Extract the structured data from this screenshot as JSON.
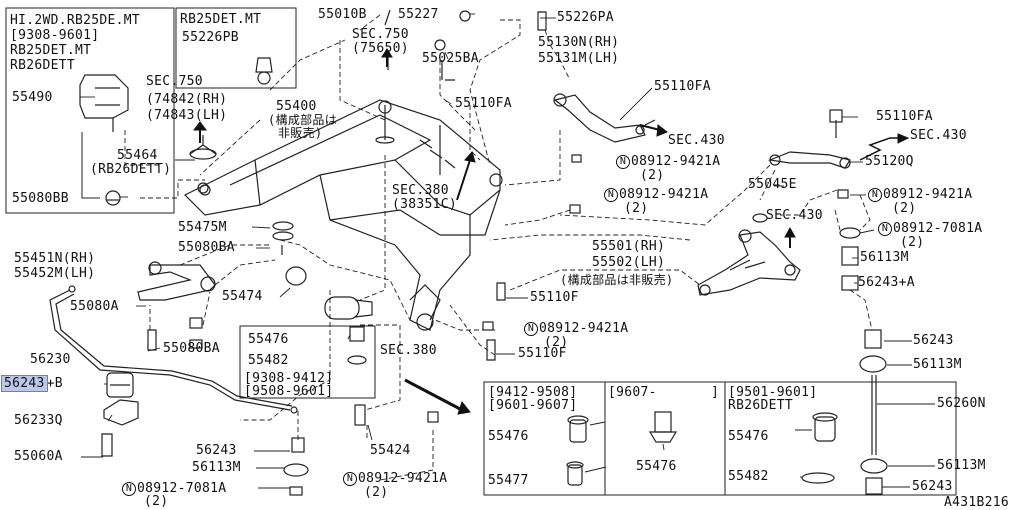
{
  "inset_topleft": {
    "model_line1": "HI.2WD.RB25DE.MT",
    "model_line2": "[9308-9601]",
    "model_line3": "RB25DET.MT",
    "model_line4": "RB26DETT",
    "part_55490": "55490",
    "part_55464": "55464",
    "note_rb26": "(RB26DETT)",
    "part_55080bb": "55080BB"
  },
  "inset_rb25": {
    "title": "RB25DET.MT",
    "part": "55226PB"
  },
  "sec750_a": "SEC.750",
  "sec750_a_refs": [
    "(74842(RH)",
    "(74843(LH)"
  ],
  "sec750_b": "SEC.750",
  "sec750_b_ref": "(75650)",
  "top_labels": {
    "p55010b": "55010B",
    "p55227": "55227",
    "p55226pa": "55226PA",
    "p55025ba": "55025BA",
    "p55110fa_1": "55110FA",
    "p55400": "55400",
    "note_jp": "(構成部品は",
    "note_jp2": "非販売)"
  },
  "upper_arm": {
    "rh": "55130N(RH)",
    "lh": "55131M(LH)",
    "p55110fa_2": "55110FA",
    "sec430_a": "SEC.430"
  },
  "right_arm": {
    "p55110fa_3": "55110FA",
    "sec430_b": "SEC.430",
    "p55120q": "55120Q",
    "p55045e": "55045E",
    "sec430_c": "SEC.430"
  },
  "n_labels": {
    "n1": "08912-9421A",
    "n1_qty": "(2)",
    "n2": "08912-9421A",
    "n2_qty": "(2)",
    "n3": "08912-9421A",
    "n3_qty": "(2)",
    "n4": "08912-7081A",
    "n4_qty": "(2)",
    "n5": "08912-9421A",
    "n5_qty": "(2)",
    "n6": "08912-9421A",
    "n6_qty": "(2)",
    "n7": "08912-7081A",
    "n7_qty": "(2)",
    "n_symbol": "N"
  },
  "center": {
    "sec380_a": "SEC.380",
    "sec380_a_ref": "(38351C)",
    "p55501": "55501(RH)",
    "p55502": "55502(LH)",
    "note_jp3": "(構成部品は非販売)",
    "p55110f_1": "55110F",
    "p55110f_2": "55110F",
    "sec380_b": "SEC.380"
  },
  "left": {
    "p55475m": "55475M",
    "p55080ba_1": "55080BA",
    "p55451n": "55451N(RH)",
    "p55452m": "55452M(LH)",
    "p55474": "55474",
    "p55080a": "55080A",
    "p55080ba_2": "55080BA",
    "p56230": "56230",
    "p56243b": "56243",
    "p56243b_suffix": "+B",
    "p56233q": "56233Q",
    "p55060a": "55060A"
  },
  "mid_box": {
    "p55476": "55476",
    "p55482": "55482",
    "date1": "[9308-9412]",
    "date2": "[9508-9601]"
  },
  "bottom_mid": {
    "p55424": "55424",
    "p56243": "56243",
    "p56113m": "56113M"
  },
  "right_col": {
    "p56113m_1": "56113M",
    "p56243a": "56243+A",
    "p56243_1": "56243",
    "p56113m_2": "56113M",
    "p56260n": "56260N",
    "p56113m_3": "56113M",
    "p56243_2": "56243"
  },
  "table": {
    "col1_h1": "[9412-9508]",
    "col1_h2": "[9601-9607]",
    "col2_h": "[9607-",
    "col2_h_end": "]",
    "col3_h1": "[9501-9601]",
    "col3_h2": "RB26DETT",
    "c1_a": "55476",
    "c1_b": "55477",
    "c2_a": "55476",
    "c3_a": "55476",
    "c3_b": "55482"
  },
  "diagram_code": "A431B216"
}
